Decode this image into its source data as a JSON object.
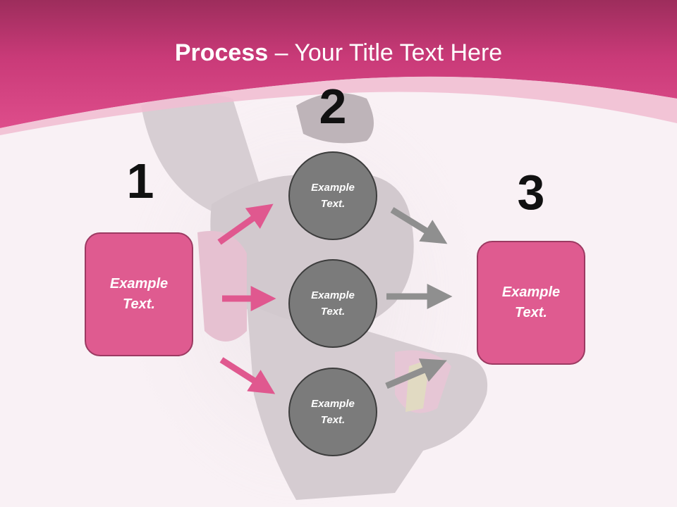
{
  "title": {
    "strong": "Process",
    "rest": " – Your Title Text Here"
  },
  "steps": [
    {
      "number": "1",
      "text": "Example Text."
    },
    {
      "number": "2",
      "text": "Example Text."
    },
    {
      "number": "3",
      "text": "Example Text."
    }
  ],
  "circles": [
    {
      "text": "Example Text."
    },
    {
      "text": "Example Text."
    },
    {
      "text": "Example Text."
    }
  ],
  "colors": {
    "header": "#d94a88",
    "box_fill": "#df5b90",
    "circle_fill": "#7b7b7b",
    "arrow_pink": "#e0588f",
    "arrow_gray": "#8f8f8f"
  }
}
